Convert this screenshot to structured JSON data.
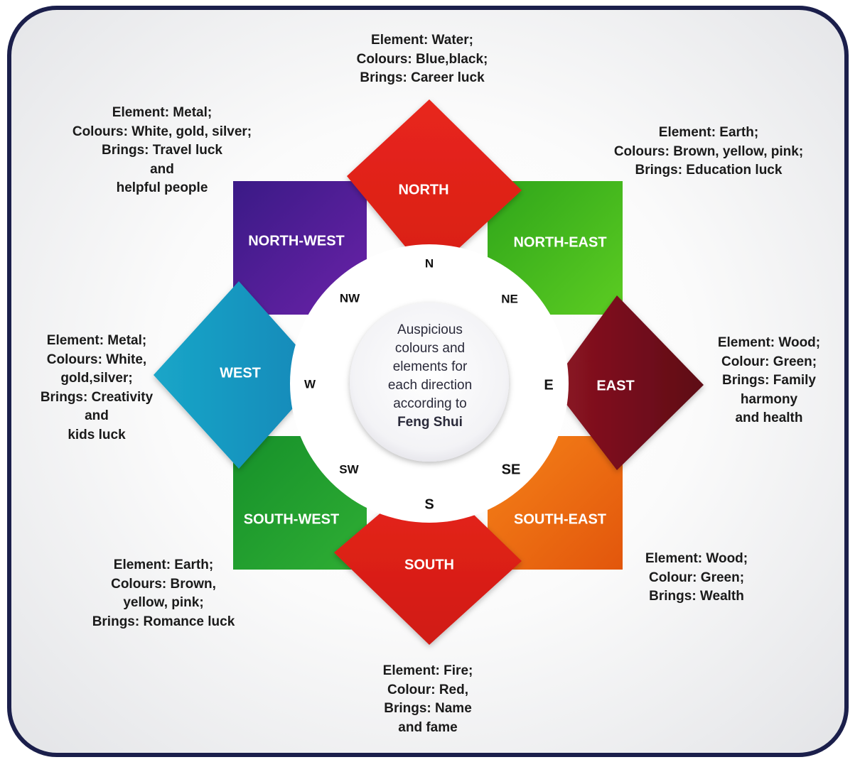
{
  "center": {
    "lines": [
      "Auspicious",
      "colours and",
      "elements for",
      "each direction",
      "according to"
    ],
    "emphasis": "Feng Shui"
  },
  "directions": {
    "north": {
      "label": "NORTH",
      "abbr": "N",
      "color": "#e2231a",
      "desc": [
        "Element: Water;",
        "Colours: Blue,black;",
        "Brings: Career luck"
      ]
    },
    "north_east": {
      "label": "NORTH-EAST",
      "abbr": "NE",
      "color": "#4cbb17",
      "desc": [
        "Element: Earth;",
        "Colours: Brown, yellow, pink;",
        "Brings: Education luck"
      ]
    },
    "east": {
      "label": "EAST",
      "abbr": "E",
      "color": "#7a0f1c",
      "desc": [
        "Element: Wood;",
        "Colour: Green;",
        "Brings: Family",
        "harmony",
        "and health"
      ]
    },
    "south_east": {
      "label": "SOUTH-EAST",
      "abbr": "SE",
      "color": "#f26a10",
      "desc": [
        "Element: Wood;",
        "Colour: Green;",
        "Brings: Wealth"
      ]
    },
    "south": {
      "label": "SOUTH",
      "abbr": "S",
      "color": "#e2231a",
      "desc": [
        "Element: Fire;",
        "Colour: Red,",
        "Brings: Name",
        "and fame"
      ]
    },
    "south_west": {
      "label": "SOUTH-WEST",
      "abbr": "SW",
      "color": "#1f9a2e",
      "desc": [
        "Element: Earth;",
        "Colours: Brown,",
        "yellow, pink;",
        "Brings: Romance luck"
      ]
    },
    "west": {
      "label": "WEST",
      "abbr": "W",
      "color": "#1a9cc4",
      "desc": [
        "Element: Metal;",
        "Colours: White,",
        "gold,silver;",
        "Brings: Creativity",
        "and",
        "kids luck"
      ]
    },
    "north_west": {
      "label": "NORTH-WEST",
      "abbr": "NW",
      "color": "#4b1f9a",
      "desc": [
        "Element: Metal;",
        "Colours: White, gold, silver;",
        "Brings: Travel luck",
        "and",
        "helpful people"
      ]
    }
  }
}
